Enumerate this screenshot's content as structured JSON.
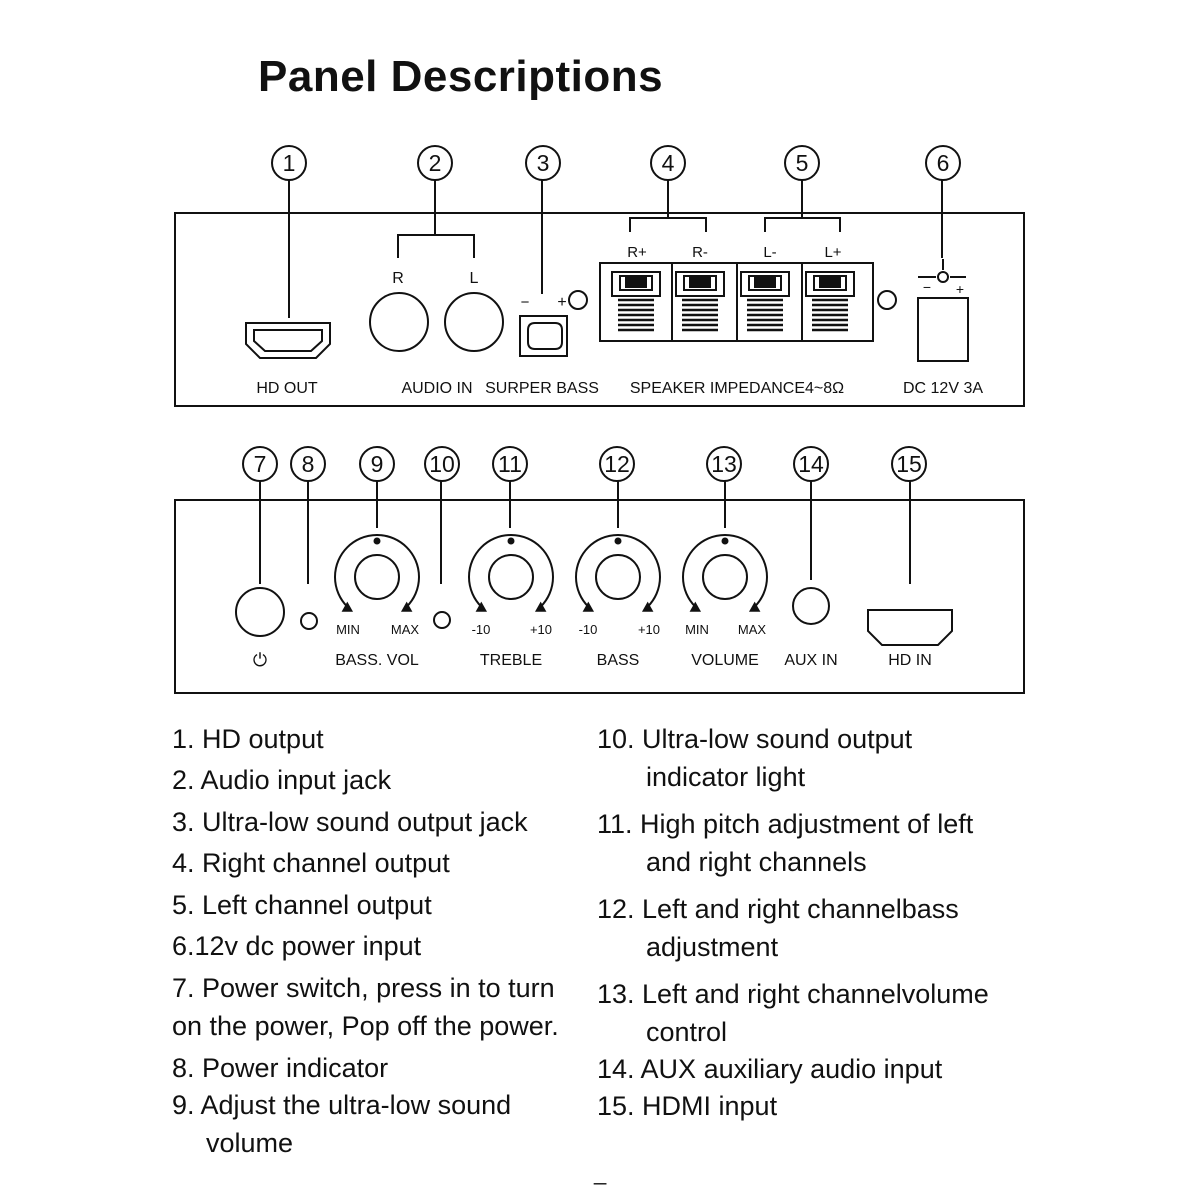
{
  "title": "Panel Descriptions",
  "rear_panel": {
    "callouts": [
      "1",
      "2",
      "3",
      "4",
      "5",
      "6"
    ],
    "labels": {
      "hd_out": "HD OUT",
      "audio_in": "AUDIO IN",
      "surper_bass": "SURPER BASS",
      "speaker_impedance": "SPEAKER IMPEDANCE4~8Ω",
      "dc": "DC  12V 3A",
      "r": "R",
      "l": "L",
      "r_plus": "R+",
      "r_minus": "R-",
      "l_minus": "L-",
      "l_plus": "L+",
      "bass_minus": "−",
      "bass_plus": "+",
      "dc_minus": "−",
      "dc_plus": "+"
    }
  },
  "front_panel": {
    "callouts": [
      "7",
      "8",
      "9",
      "10",
      "11",
      "12",
      "13",
      "14",
      "15"
    ],
    "labels": {
      "power_symbol": "⏻",
      "bass_vol": "BASS. VOL",
      "treble": "TREBLE",
      "bass": "BASS",
      "volume": "VOLUME",
      "aux_in": "AUX IN",
      "hd_in": "HD IN",
      "min": "MIN",
      "max": "MAX",
      "minus10": "-10",
      "plus10": "+10"
    }
  },
  "descriptions_left": [
    {
      "line1": "1. HD      output"
    },
    {
      "line1": "2. Audio input jack"
    },
    {
      "line1": "3. Ultra-low sound output jack"
    },
    {
      "line1": "4. Right channel output"
    },
    {
      "line1": "5. Left channel output"
    },
    {
      "line1": "6.12v dc power input"
    },
    {
      "line1": "7. Power switch, press in to turn",
      "line2": "on the power, Pop off the power."
    },
    {
      "line1": "8. Power indicator"
    },
    {
      "line1": "9. Adjust the ultra-low sound",
      "line2": "volume"
    }
  ],
  "descriptions_right": [
    {
      "line1": "10. Ultra-low sound output",
      "line2": "indicator light"
    },
    {
      "line1": "11. High pitch adjustment of left",
      "line2": "and right channels"
    },
    {
      "line1": "12. Left and right channelbass",
      "line2": "adjustment"
    },
    {
      "line1": "13. Left and right channelvolume",
      "line2": "control"
    },
    {
      "line1": "14. AUX auxiliary audio input"
    },
    {
      "line1": "15. HDMI input"
    }
  ],
  "footer_mark": "_"
}
